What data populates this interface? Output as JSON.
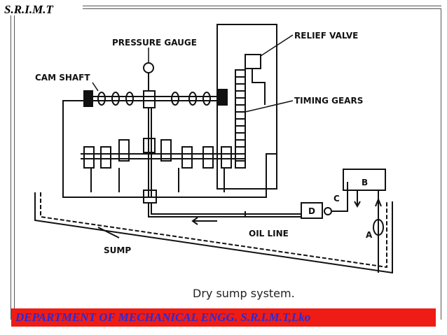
{
  "header": {
    "brand": "S.R.I.M.T"
  },
  "diagram": {
    "labels": {
      "pressure_gauge": "PRESSURE GAUGE",
      "relief_valve": "RELIEF VALVE",
      "cam_shaft": "CAM SHAFT",
      "timing_gears": "TIMING GEARS",
      "b": "B",
      "c": "C",
      "d": "D",
      "a": "A",
      "oil_line": "OIL LINE",
      "sump": "SUMP"
    },
    "caption": "Dry sump system."
  },
  "footer": {
    "text": "DEPARTMENT OF MECHANICAL ENGG. S.R.I.M.T,Lko"
  },
  "colors": {
    "footer_bg": "#ee1c15",
    "footer_text": "#2b2bd6"
  }
}
